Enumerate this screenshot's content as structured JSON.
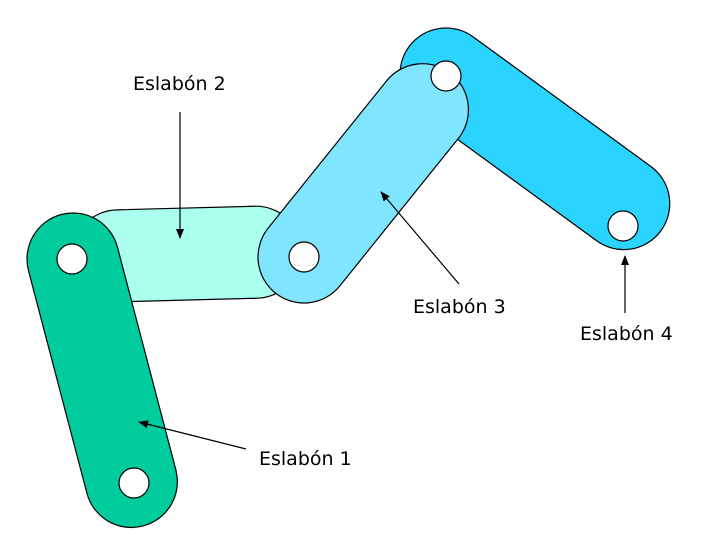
{
  "labels": {
    "link1": "Eslabón 1",
    "link2": "Eslabón 2",
    "link3": "Eslabón 3",
    "link4": "Eslabón 4"
  },
  "colors": {
    "link1": "#00cc9e",
    "link2": "#aaffee",
    "link3": "#80e5ff",
    "link4": "#2ad4ff",
    "outline": "#000000",
    "hole": "#ffffff",
    "background": "#ffffff"
  }
}
